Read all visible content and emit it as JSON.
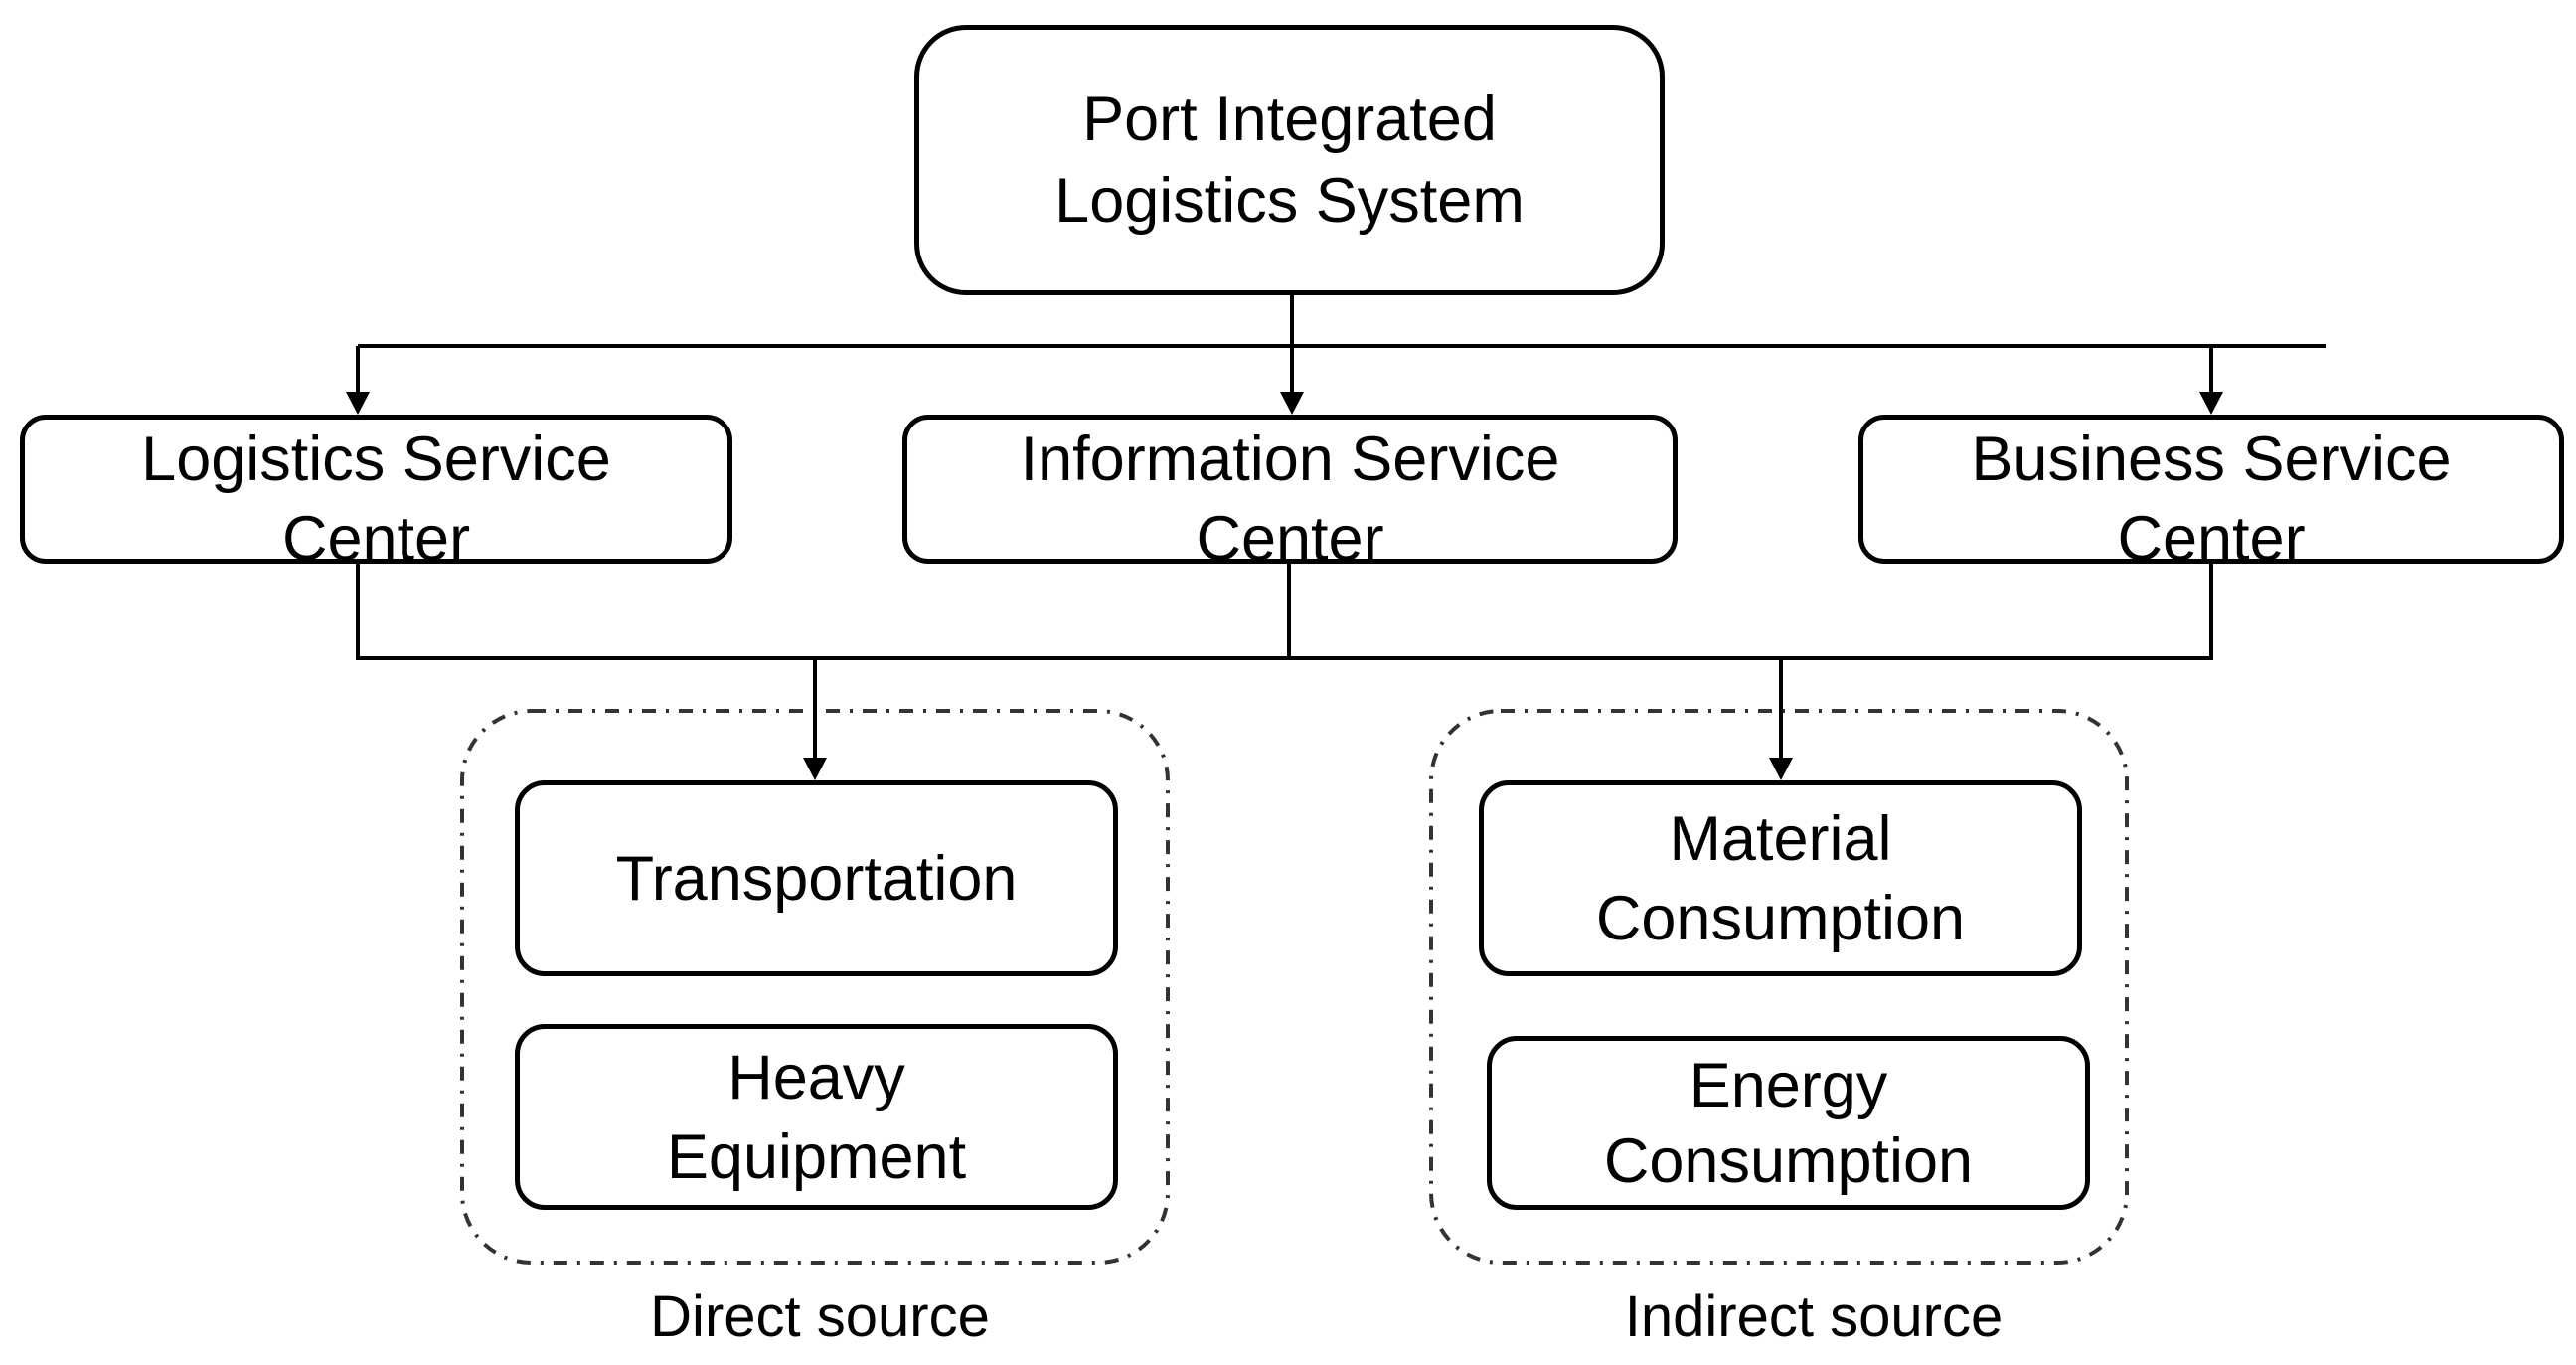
{
  "nodes": {
    "root": {
      "lines": [
        "Port Integrated",
        "Logistics System"
      ]
    },
    "logistics_service_center": {
      "lines": [
        "Logistics Service",
        "Center"
      ]
    },
    "information_service_center": {
      "lines": [
        "Information Service",
        "Center"
      ]
    },
    "business_service_center": {
      "lines": [
        "Business Service",
        "Center"
      ]
    },
    "transportation": {
      "lines": [
        "Transportation"
      ]
    },
    "heavy_equipment": {
      "lines": [
        "Heavy",
        "Equipment"
      ]
    },
    "material_consumption": {
      "lines": [
        "Material",
        "Consumption"
      ]
    },
    "energy_consumption": {
      "lines": [
        "Energy",
        "Consumption"
      ]
    }
  },
  "groups": {
    "direct": {
      "label": "Direct source"
    },
    "indirect": {
      "label": "Indirect source"
    }
  },
  "colors": {
    "stroke": "#000000",
    "background": "#ffffff",
    "group_border": "#333333"
  }
}
